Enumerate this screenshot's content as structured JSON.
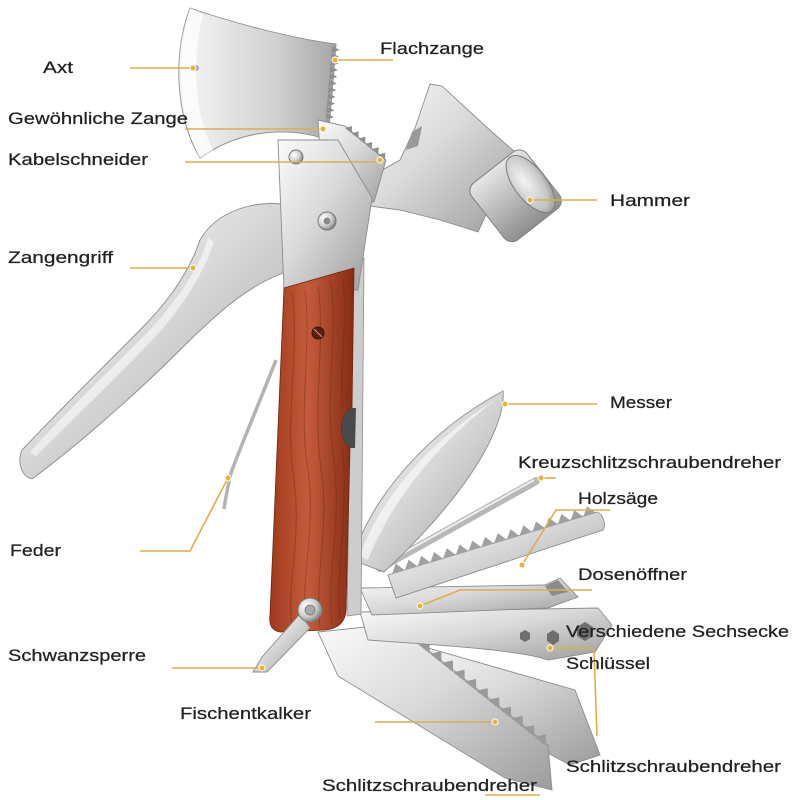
{
  "labels": {
    "axt": "Axt",
    "flachzange": "Flachzange",
    "gewoehnliche_zange": "Gewöhnliche Zange",
    "kabelschneider": "Kabelschneider",
    "hammer": "Hammer",
    "zangengriff": "Zangengriff",
    "messer": "Messer",
    "kreuzschlitz": "Kreuzschlitzschraubendreher",
    "holzsaege": "Holzsäge",
    "feder": "Feder",
    "dosenoeffner": "Dosenöffner",
    "sechsecke": "Verschiedene Sechsecke",
    "schluessel": "Schlüssel",
    "schwanzsperre": "Schwanzsperre",
    "fischentkalker": "Fischentkalker",
    "schlitz_rechts": "Schlitzschraubendreher",
    "schlitz_unten": "Schlitzschraubendreher"
  },
  "colors": {
    "label_text": "#222222",
    "leader_line": "#dcae4a",
    "wood": "#b04a2b",
    "steel": "#c8c8c8"
  }
}
